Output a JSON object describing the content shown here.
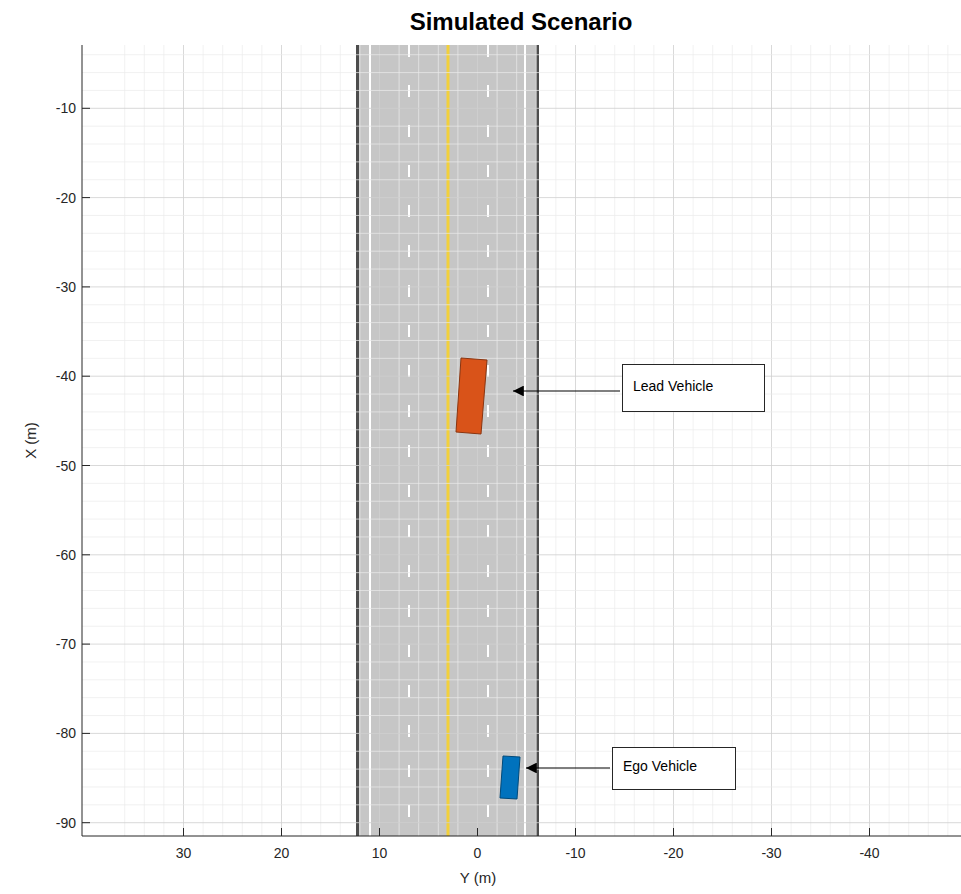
{
  "diagram": {
    "title": "Simulated Scenario",
    "nodes": [
      {
        "text": [
          "Lead Vehicle"
        ]
      },
      {
        "text": [
          "Ego Vehicle"
        ]
      }
    ],
    "labels": [
      "-10",
      "-20",
      "-30",
      "-40",
      "-50",
      "-60",
      "-70",
      "-80",
      "-90",
      "X (m)",
      "30",
      "20",
      "10",
      "0",
      "-10",
      "-20",
      "-30",
      "-40",
      "Y (m)"
    ]
  }
}
